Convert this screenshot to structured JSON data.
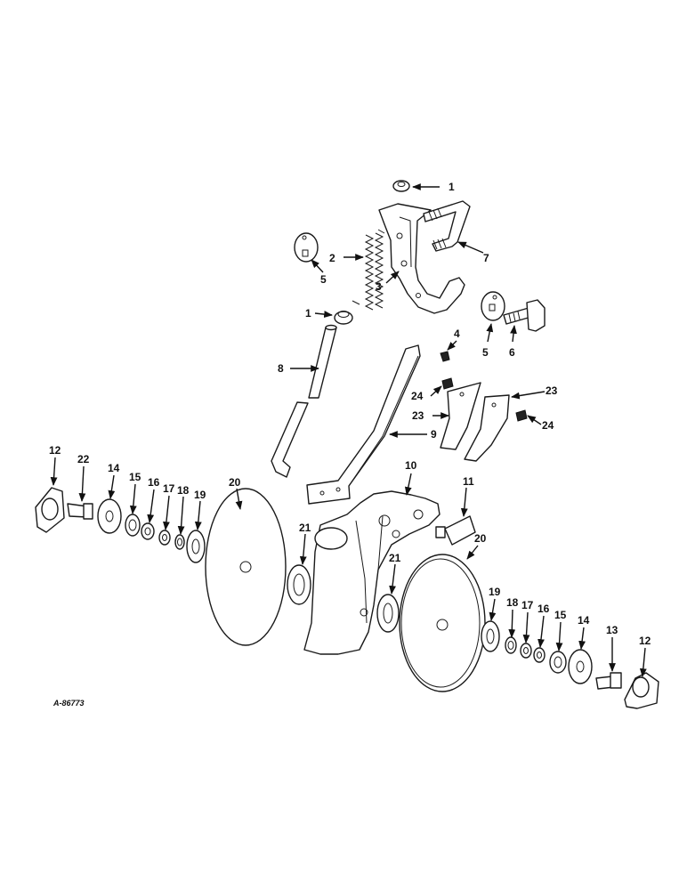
{
  "drawing_ref": "A-86773",
  "callouts": [
    "1",
    "2",
    "3",
    "5",
    "7",
    "1",
    "4",
    "5",
    "6",
    "8",
    "24",
    "23",
    "23",
    "24",
    "9",
    "10",
    "11",
    "12",
    "22",
    "14",
    "15",
    "16",
    "17",
    "18",
    "19",
    "20",
    "21",
    "21",
    "20",
    "19",
    "18",
    "17",
    "16",
    "15",
    "14",
    "13",
    "12"
  ]
}
